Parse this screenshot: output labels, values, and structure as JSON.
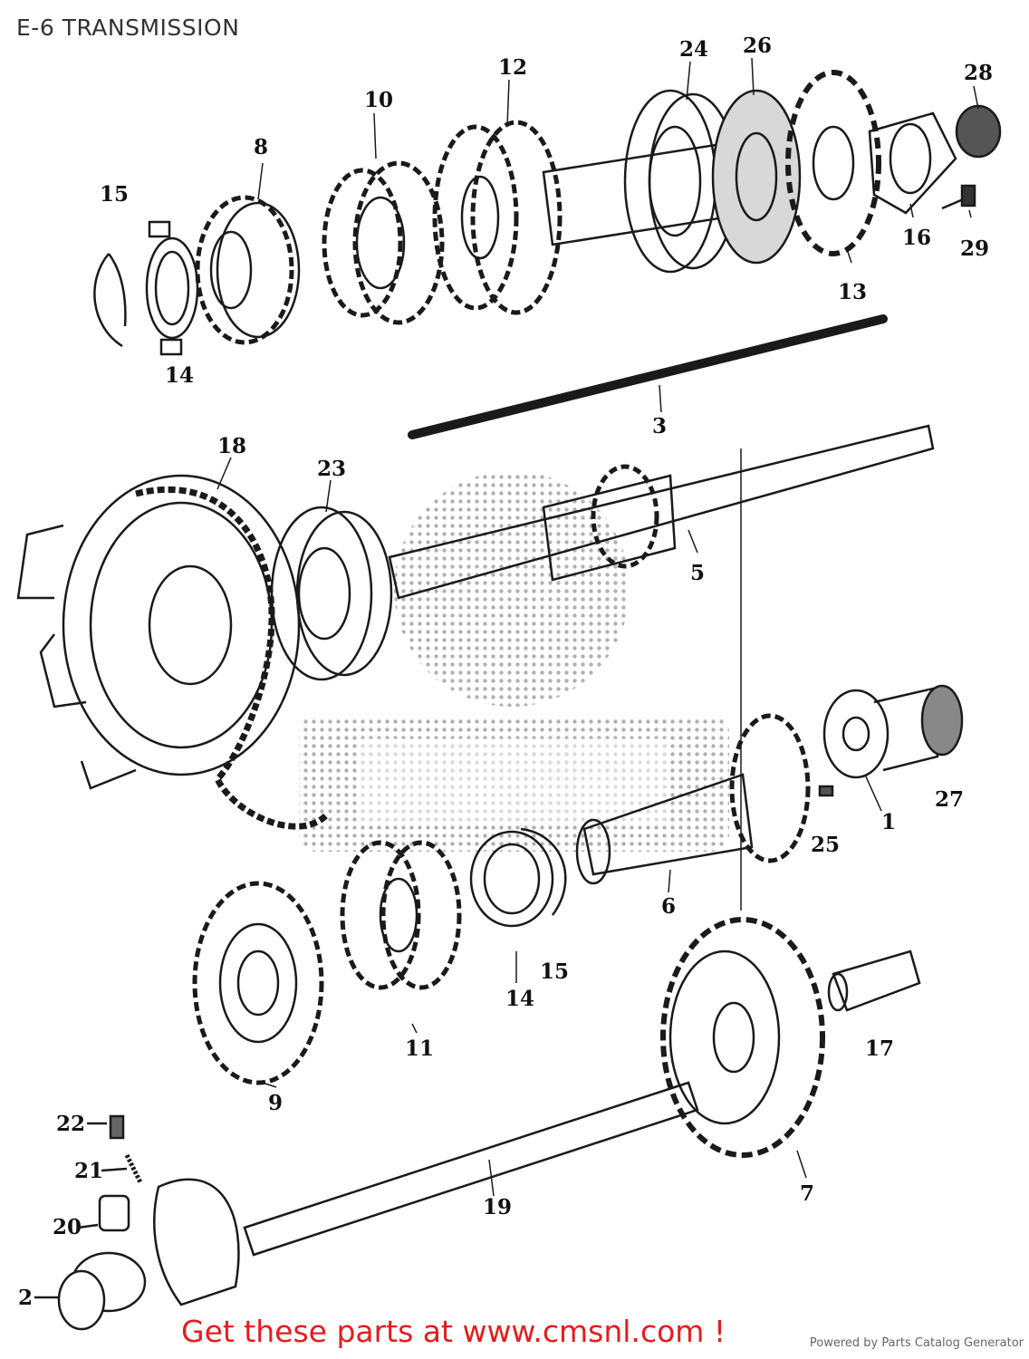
{
  "header": {
    "title": "E-6 TRANSMISSION"
  },
  "callouts": {
    "c1": "1",
    "c2": "2",
    "c3": "3",
    "c5": "5",
    "c6": "6",
    "c7": "7",
    "c8": "8",
    "c9": "9",
    "c10": "10",
    "c11": "11",
    "c12": "12",
    "c13": "13",
    "c14a": "14",
    "c14b": "14",
    "c15a": "15",
    "c15b": "15",
    "c16": "16",
    "c17": "17",
    "c18": "18",
    "c19": "19",
    "c20": "20",
    "c21": "21",
    "c22": "22",
    "c23": "23",
    "c24": "24",
    "c25": "25",
    "c26": "26",
    "c27": "27",
    "c28": "28",
    "c29": "29"
  },
  "footer": {
    "cta": "Get these parts at www.cmsnl.com !",
    "credit": "Powered by Parts Catalog Generator"
  },
  "colors": {
    "ink": "#1a1a1a",
    "cta": "#e51d1d",
    "watermark": "#9a9a9a"
  }
}
